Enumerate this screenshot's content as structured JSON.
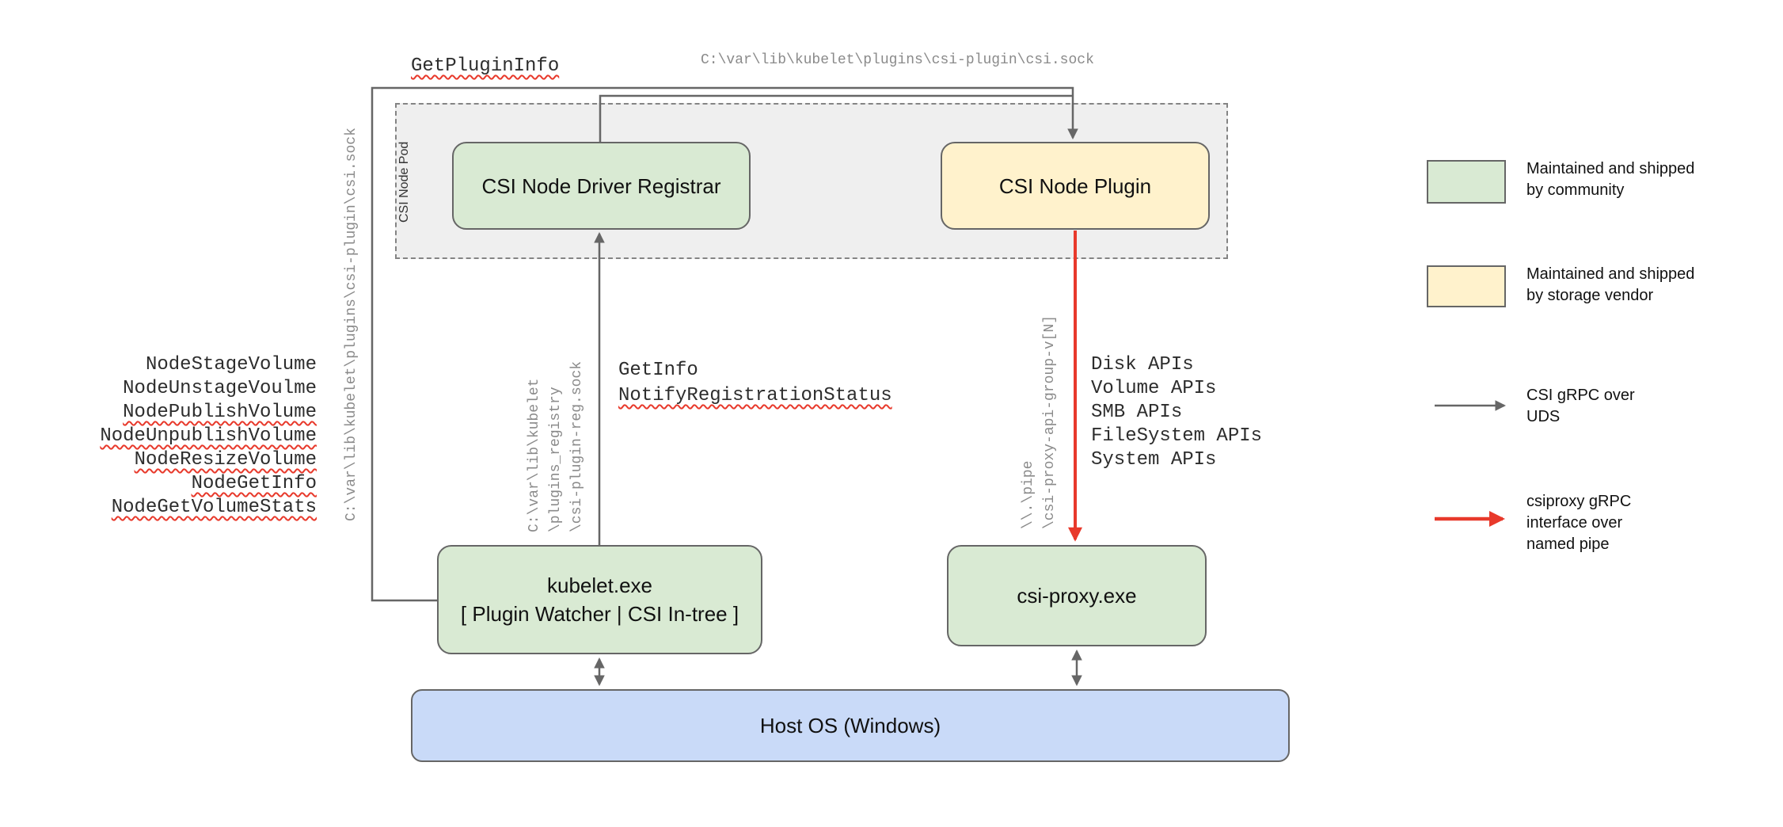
{
  "diagram": {
    "pod_label": "CSI Node Pod",
    "nodes": {
      "registrar": "CSI Node Driver Registrar",
      "plugin": "CSI Node Plugin",
      "kubelet_line1": "kubelet.exe",
      "kubelet_line2": "[ Plugin Watcher | CSI In-tree ]",
      "csi_proxy": "csi-proxy.exe",
      "host_os": "Host OS (Windows)"
    },
    "labels": {
      "get_plugin_info": "GetPluginInfo",
      "top_socket_path": "C:\\var\\lib\\kubelet\\plugins\\csi-plugin\\csi.sock",
      "left_socket_path": "C:\\var\\lib\\kubelet\\plugins\\csi-plugin\\csi.sock",
      "node_calls": [
        {
          "label": "NodeStageVolume"
        },
        {
          "label": "NodeUnstageVoulme"
        },
        {
          "label": "NodePublishVolume"
        },
        {
          "label": "NodeUnpublishVolume"
        },
        {
          "label": "NodeResizeVolume"
        },
        {
          "label": "NodeGetInfo"
        },
        {
          "label": "NodeGetVolumeStats"
        }
      ],
      "registration_socket_lines": [
        "C:\\var\\lib\\kubelet",
        "\\plugins_registry",
        "\\csi-plugin-reg.sock"
      ],
      "get_info": "GetInfo",
      "notify_registration_status": "NotifyRegistrationStatus",
      "pipe_lines": [
        "\\\\.\\pipe",
        "\\csi-proxy-api-group-v[N]"
      ],
      "api_calls": [
        {
          "label": "Disk APIs"
        },
        {
          "label": "Volume APIs"
        },
        {
          "label": "SMB APIs"
        },
        {
          "label": "FileSystem APIs"
        },
        {
          "label": "System APIs"
        }
      ]
    },
    "legend": {
      "items": [
        {
          "kind": "swatch-green",
          "lines": [
            "Maintained and shipped",
            "by community"
          ]
        },
        {
          "kind": "swatch-yellow",
          "lines": [
            "Maintained and shipped",
            "by storage vendor"
          ]
        },
        {
          "kind": "arrow-gray",
          "lines": [
            "CSI gRPC over",
            "UDS"
          ]
        },
        {
          "kind": "arrow-red",
          "lines": [
            "csiproxy gRPC",
            "interface over",
            "named pipe"
          ]
        }
      ]
    },
    "colors": {
      "community_green": "#d9ead3",
      "vendor_yellow": "#fff2cc",
      "host_blue": "#c9daf8",
      "pod_gray": "#efefef",
      "connector_gray": "#666666",
      "pipe_red": "#e8392b",
      "path_text_gray": "#8a8a8a"
    }
  }
}
